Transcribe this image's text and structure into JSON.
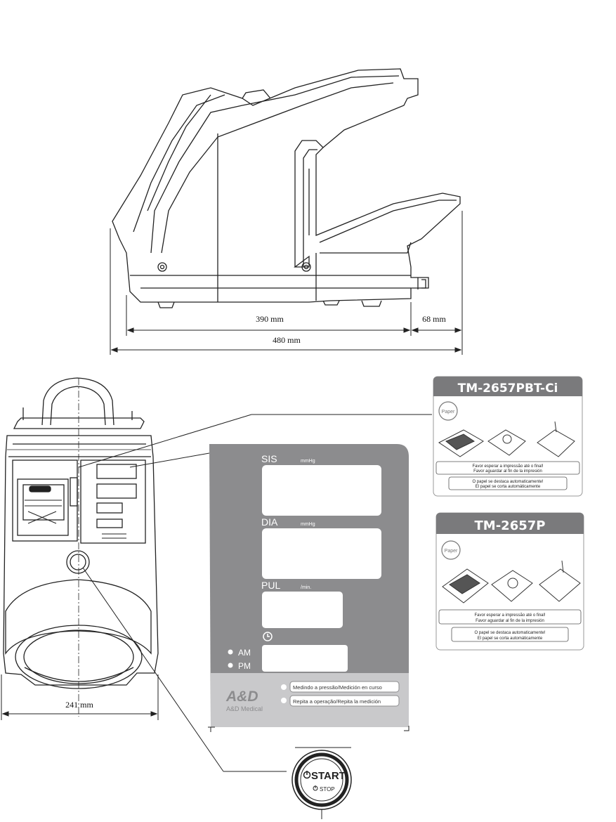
{
  "dimensions": {
    "body_depth": "390 mm",
    "extension": "68 mm",
    "total_depth": "480 mm",
    "width": "241 mm"
  },
  "display_panel": {
    "sis_label": "SIS",
    "sis_unit": "mmHg",
    "dia_label": "DIA",
    "dia_unit": "mmHg",
    "pul_label": "PUL",
    "pul_unit": "/min.",
    "am_label": "AM",
    "pm_label": "PM",
    "brand_logo": "A&D",
    "brand_name": "A&D Medical",
    "status_measuring": "Medindo a pressão/Medición en curso",
    "status_repeat": "Repita a operação/Repita la medición"
  },
  "printer_label_ci": {
    "model": "TM-2657PBT-Ci",
    "paper_icon": "Paper",
    "msg_wait_1": "Favor esperar a impressão até o final!",
    "msg_wait_2": "Favor aguardar al fin de la impresión",
    "msg_cut_1": "O papel se destaca automaticamente!",
    "msg_cut_2": "El papel se corta automáticamente"
  },
  "printer_label_p": {
    "model": "TM-2657P",
    "paper_icon": "Paper",
    "msg_wait_1": "Favor esperar a impressão até o final!",
    "msg_wait_2": "Favor aguardar al fin de la impresión",
    "msg_cut_1": "O papel se destaca automaticamente!",
    "msg_cut_2": "El papel se corta automáticamente"
  },
  "start_button": {
    "start_label": "START",
    "stop_label": "STOP"
  },
  "colors": {
    "panel_gray": "#8c8c8e",
    "label_header_gray": "#7a7a7c",
    "line": "#222222"
  }
}
